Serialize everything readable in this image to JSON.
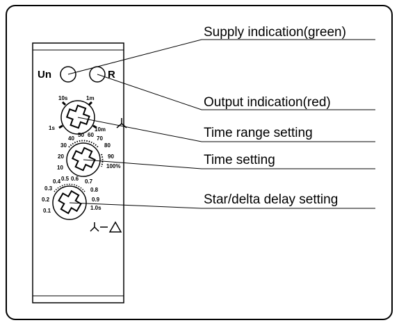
{
  "labels": {
    "supply": "Supply indication(green)",
    "output": "Output indication(red)",
    "time_range": "Time range setting",
    "time_setting": "Time setting",
    "star_delta": "Star/delta delay setting"
  },
  "device": {
    "un": "Un",
    "r": "R",
    "dial1_scale": [
      "10s",
      "1m",
      "1s",
      "10m"
    ],
    "dial2_scale": [
      "40",
      "50",
      "60",
      "70",
      "30",
      "80",
      "20",
      "90",
      "10",
      "100%"
    ],
    "dial3_scale": [
      "0.4",
      "0.5",
      "0.6",
      "0.7",
      "0.3",
      "0.8",
      "0.2",
      "0.9",
      "0.1",
      "1.0s"
    ]
  },
  "colors": {
    "line": "#000000",
    "background": "#ffffff"
  }
}
